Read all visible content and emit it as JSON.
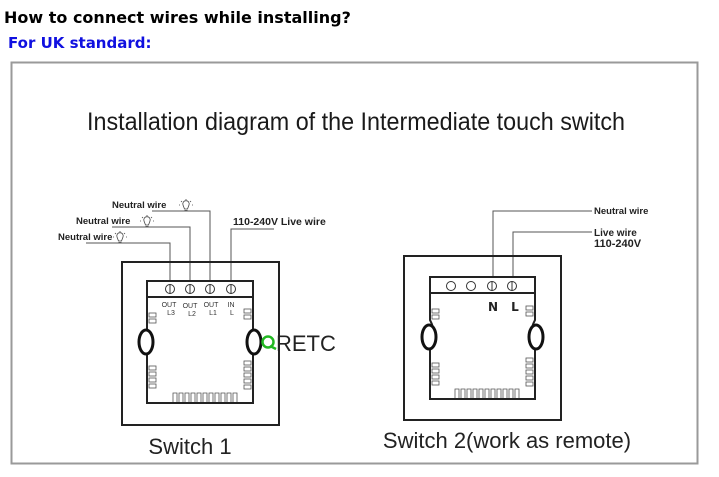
{
  "header": {
    "title": "How to connect wires while installing?",
    "subtitle": "For UK standard:",
    "subtitle_color": "#1010e0"
  },
  "diagram": {
    "title": "Installation diagram of the Intermediate touch switch",
    "switch1": {
      "caption": "Switch 1",
      "wires": {
        "neutral_top": "Neutral wire",
        "neutral_mid": "Neutral wire",
        "neutral_low": "Neutral wire",
        "live": "110-240V Live wire"
      },
      "terminals": [
        {
          "top": "OUT",
          "bottom": "L3"
        },
        {
          "top": "OUT",
          "bottom": "L2"
        },
        {
          "top": "OUT",
          "bottom": "L1"
        },
        {
          "top": "IN",
          "bottom": "L"
        }
      ]
    },
    "switch2": {
      "caption": "Switch 2(work as remote)",
      "wires": {
        "neutral": "Neutral wire",
        "live_line1": "Live wire",
        "live_line2": "110-240V"
      },
      "terminal_labels": {
        "n": "N",
        "l": "L"
      }
    },
    "watermark": {
      "q": "Q",
      "rest": "RETC",
      "q_color": "#22b822"
    },
    "bulb_icon": "light-bulb-icon"
  }
}
